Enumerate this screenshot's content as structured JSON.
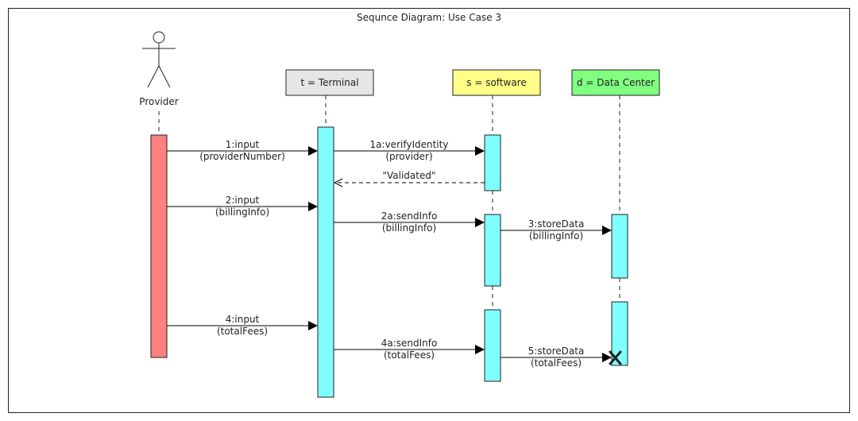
{
  "title": "Sequnce Diagram: Use Case 3",
  "actor": {
    "label": "Provider"
  },
  "lifelines": [
    {
      "id": "terminal",
      "label": "t = Terminal",
      "fill": "#e6e6e6"
    },
    {
      "id": "software",
      "label": "s = software",
      "fill": "#ffff88"
    },
    {
      "id": "datacenter",
      "label": "d = Data Center",
      "fill": "#80ff80"
    }
  ],
  "activation_colors": {
    "provider": "#ff8080",
    "default": "#80ffff"
  },
  "messages": [
    {
      "id": "m1",
      "line1": "1:input",
      "line2": "(providerNumber)"
    },
    {
      "id": "m1a",
      "line1": "1a:verifyIdentity",
      "line2": "(provider)"
    },
    {
      "id": "reply",
      "line1": "\"Validated\""
    },
    {
      "id": "m2",
      "line1": "2:input",
      "line2": "(billingInfo)"
    },
    {
      "id": "m2a",
      "line1": "2a:sendInfo",
      "line2": "(billingInfo)"
    },
    {
      "id": "m3",
      "line1": "3:storeData",
      "line2": "(billingInfo)"
    },
    {
      "id": "m4",
      "line1": "4:input",
      "line2": "(totalFees)"
    },
    {
      "id": "m4a",
      "line1": "4a:sendInfo",
      "line2": "(totalFees)"
    },
    {
      "id": "m5",
      "line1": "5:storeData",
      "line2": "(totalFees)"
    }
  ]
}
